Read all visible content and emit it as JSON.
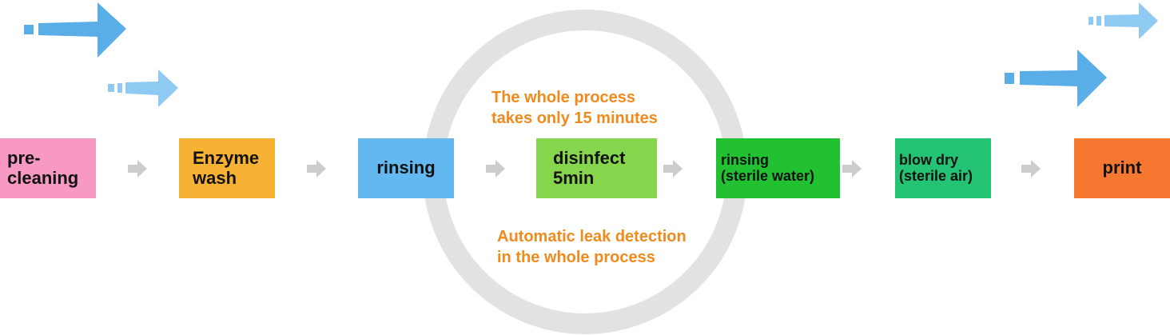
{
  "colors": {
    "ring": "#e2e2e2",
    "arrow_small": "#cccccc",
    "arrow_blue": "#5aaee8",
    "arrow_blue_light": "#8fcaf2",
    "note_text": "#f08a1c"
  },
  "notes": {
    "top_line1": "The whole process",
    "top_line2": "takes only 15 minutes",
    "bottom_line1": "Automatic leak detection",
    "bottom_line2": "in the whole process"
  },
  "steps": [
    {
      "line1": "pre-",
      "line2": "cleaning",
      "color": "#f899c3"
    },
    {
      "line1": "Enzyme",
      "line2": "wash",
      "color": "#f7b233"
    },
    {
      "line1": "rinsing",
      "line2": "",
      "color": "#63b8f0"
    },
    {
      "line1": "disinfect",
      "line2": "5min",
      "color": "#86d64d"
    },
    {
      "line1": "rinsing",
      "line2": "(sterile water)",
      "color": "#22c132"
    },
    {
      "line1": "blow dry",
      "line2": "(sterile air)",
      "color": "#23c373"
    },
    {
      "line1": "print",
      "line2": "",
      "color": "#f67730"
    }
  ],
  "decorations": {
    "flow_arrow_icon": "chevron-right-arrow-icon",
    "wind_arrow_icon": "blue-wind-arrow-icon"
  }
}
